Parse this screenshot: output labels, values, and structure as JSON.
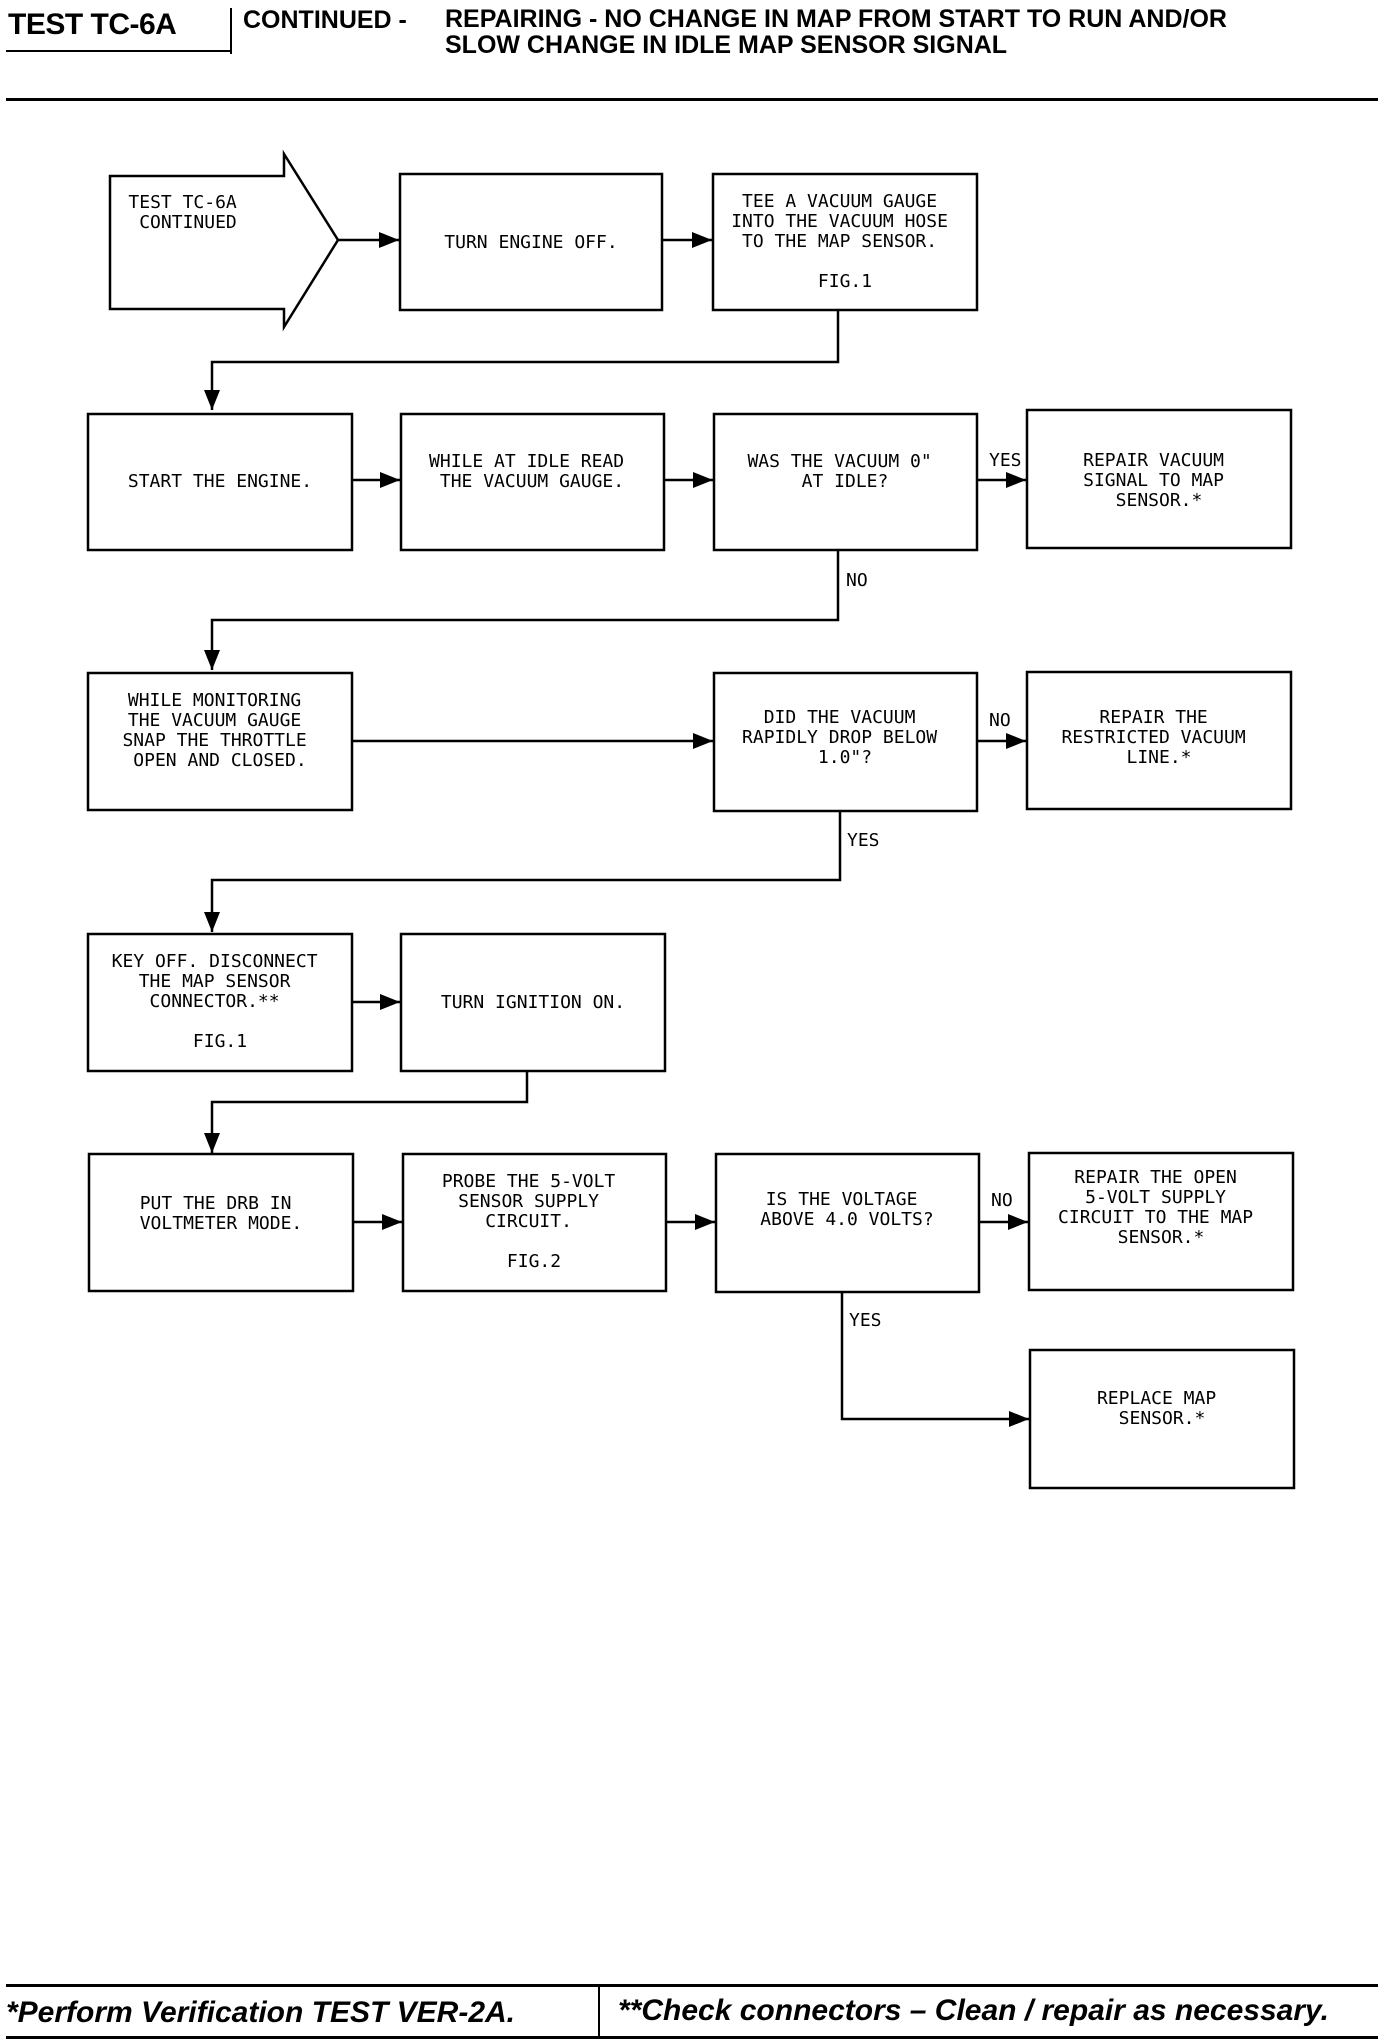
{
  "header": {
    "test_id": "TEST TC-6A",
    "continued": "CONTINUED -",
    "title_lines": [
      "REPAIRING - NO CHANGE IN MAP FROM START TO RUN AND/OR",
      "SLOW CHANGE IN IDLE MAP SENSOR SIGNAL"
    ]
  },
  "flowchart": {
    "nodes": [
      {
        "id": "start_arrow",
        "lines": [
          "TEST TC-6A",
          "CONTINUED"
        ]
      },
      {
        "id": "turn_engine_off",
        "lines": [
          "TURN ENGINE OFF."
        ]
      },
      {
        "id": "tee_vacuum_gauge",
        "lines": [
          "TEE A VACUUM GAUGE",
          "INTO THE VACUUM HOSE",
          "TO THE MAP SENSOR.",
          "",
          "FIG.1"
        ]
      },
      {
        "id": "start_engine",
        "lines": [
          "START THE ENGINE."
        ]
      },
      {
        "id": "read_vacuum",
        "lines": [
          "WHILE AT IDLE READ",
          "THE VACUUM GAUGE."
        ]
      },
      {
        "id": "vacuum_zero",
        "lines": [
          "WAS THE VACUUM 0\"",
          "AT IDLE?"
        ]
      },
      {
        "id": "repair_vacuum_signal",
        "lines": [
          "REPAIR VACUUM",
          "SIGNAL TO MAP",
          "SENSOR.*"
        ]
      },
      {
        "id": "snap_throttle",
        "lines": [
          "WHILE MONITORING",
          "THE VACUUM GAUGE",
          "SNAP THE THROTTLE",
          "OPEN AND CLOSED."
        ]
      },
      {
        "id": "vacuum_drop",
        "lines": [
          "DID THE VACUUM",
          "RAPIDLY DROP BELOW",
          "1.0\"?"
        ]
      },
      {
        "id": "repair_restricted",
        "lines": [
          "REPAIR THE",
          "RESTRICTED VACUUM",
          "LINE.*"
        ]
      },
      {
        "id": "disconnect_map",
        "lines": [
          "KEY OFF. DISCONNECT",
          "THE MAP SENSOR",
          "CONNECTOR.**",
          "",
          "FIG.1"
        ]
      },
      {
        "id": "ignition_on",
        "lines": [
          "TURN IGNITION ON."
        ]
      },
      {
        "id": "drb_voltmeter",
        "lines": [
          "PUT THE DRB IN",
          "VOLTMETER MODE."
        ]
      },
      {
        "id": "probe_5volt",
        "lines": [
          "PROBE THE 5-VOLT",
          "SENSOR SUPPLY",
          "CIRCUIT.",
          "",
          "FIG.2"
        ]
      },
      {
        "id": "voltage_check",
        "lines": [
          "IS THE VOLTAGE",
          "ABOVE 4.0 VOLTS?"
        ]
      },
      {
        "id": "repair_open_circuit",
        "lines": [
          "REPAIR THE OPEN",
          "5-VOLT SUPPLY",
          "CIRCUIT TO THE MAP",
          "SENSOR.*"
        ]
      },
      {
        "id": "replace_map",
        "lines": [
          "REPLACE MAP",
          "SENSOR.*"
        ]
      }
    ],
    "edge_labels": {
      "vacuum_zero_yes": "YES",
      "vacuum_zero_no": "NO",
      "vacuum_drop_no": "NO",
      "vacuum_drop_yes": "YES",
      "voltage_no": "NO",
      "voltage_yes": "YES"
    }
  },
  "footer": {
    "left": "*Perform Verification TEST VER-2A.",
    "right": "**Check connectors – Clean / repair as necessary."
  }
}
